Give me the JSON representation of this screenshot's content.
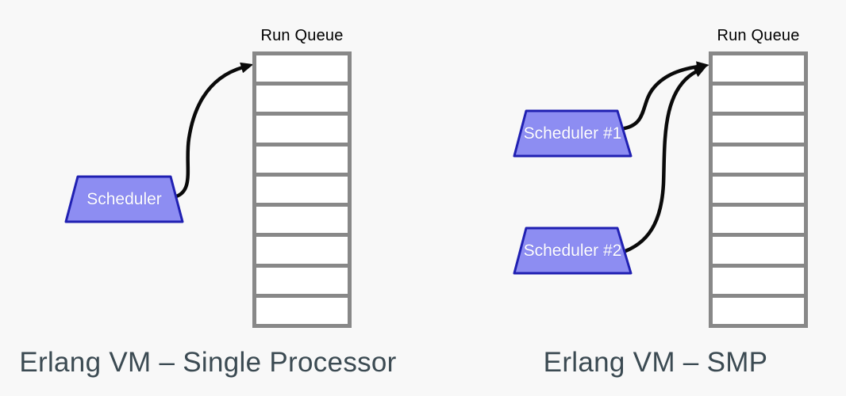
{
  "colors": {
    "background": "#f8f8f8",
    "queue_border": "#888888",
    "queue_cell_fill": "#ffffff",
    "scheduler_fill": "#8d8df2",
    "scheduler_border": "#2020b2",
    "scheduler_text": "#ffffff",
    "arrow": "#0a0a0a",
    "caption_text": "#3b4a52",
    "queue_title_text": "#000000"
  },
  "panels": [
    {
      "caption": "Erlang VM – Single Processor",
      "run_queue": {
        "title": "Run Queue",
        "cell_count": 9
      },
      "schedulers": [
        {
          "label": "Scheduler"
        }
      ]
    },
    {
      "caption": "Erlang VM – SMP",
      "run_queue": {
        "title": "Run Queue",
        "cell_count": 9
      },
      "schedulers": [
        {
          "label": "Scheduler #1"
        },
        {
          "label": "Scheduler #2"
        }
      ]
    }
  ]
}
